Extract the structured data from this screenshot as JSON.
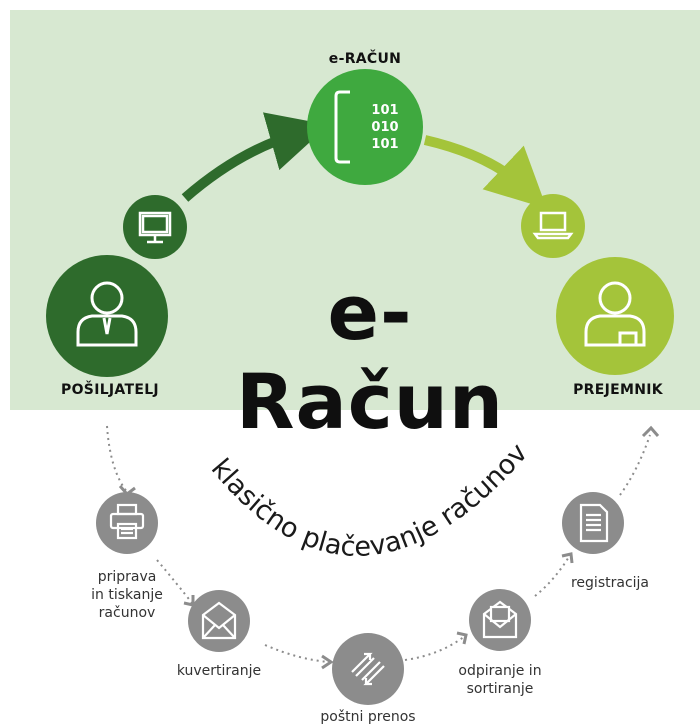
{
  "digital": {
    "title": "e-Račun",
    "center_label": "e-RAČUN",
    "binary": [
      "101",
      "010",
      "101"
    ],
    "sender_label": "POŠILJATELJ",
    "receiver_label": "PREJEMNIK"
  },
  "classic": {
    "arc_text": "klasično plačevanje računov",
    "steps": [
      {
        "label_lines": [
          "priprava",
          "in tiskanje",
          "računov"
        ],
        "icon": "printer-icon"
      },
      {
        "label_lines": [
          "kuvertiranje"
        ],
        "icon": "envelope-icon"
      },
      {
        "label_lines": [
          "poštni prenos"
        ],
        "icon": "transfer-arrows-icon"
      },
      {
        "label_lines": [
          "odpiranje in",
          "sortiranje"
        ],
        "icon": "open-envelope-icon"
      },
      {
        "label_lines": [
          "registracija"
        ],
        "icon": "document-icon"
      }
    ]
  },
  "colors": {
    "panel_bg": "#d7e8d1",
    "dark_green": "#2e6b2c",
    "mid_green": "#3fa93f",
    "lime": "#a4c43a",
    "grey": "#8c8c8c"
  }
}
